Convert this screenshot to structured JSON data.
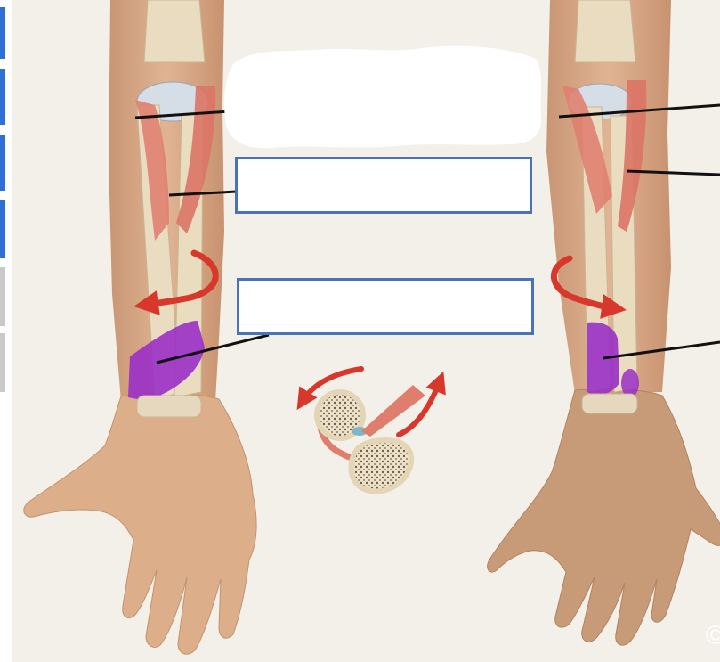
{
  "left_rail": {
    "tabs": [
      {
        "state": "active"
      },
      {
        "state": "active"
      },
      {
        "state": "active"
      },
      {
        "state": "active"
      },
      {
        "state": "inactive"
      },
      {
        "state": "inactive"
      }
    ],
    "active_color": "#2f6fd6",
    "inactive_color": "#c9c9c9"
  },
  "diagram": {
    "background_color": "#f3f0ea",
    "skin_color": "#d9ab86",
    "bone_color": "#e9dcc0",
    "muscle_color": "#e07e6e",
    "highlight_muscle_color": "#9a2fc6",
    "arrow_color": "#d8382c",
    "box_border_color": "#4a72b8",
    "watermark": "©",
    "left_arm": "supination-view",
    "right_arm": "pronation-view",
    "answer_boxes": [
      {
        "id": "blank-label-1",
        "value": ""
      },
      {
        "id": "blank-label-2",
        "value": ""
      }
    ]
  }
}
